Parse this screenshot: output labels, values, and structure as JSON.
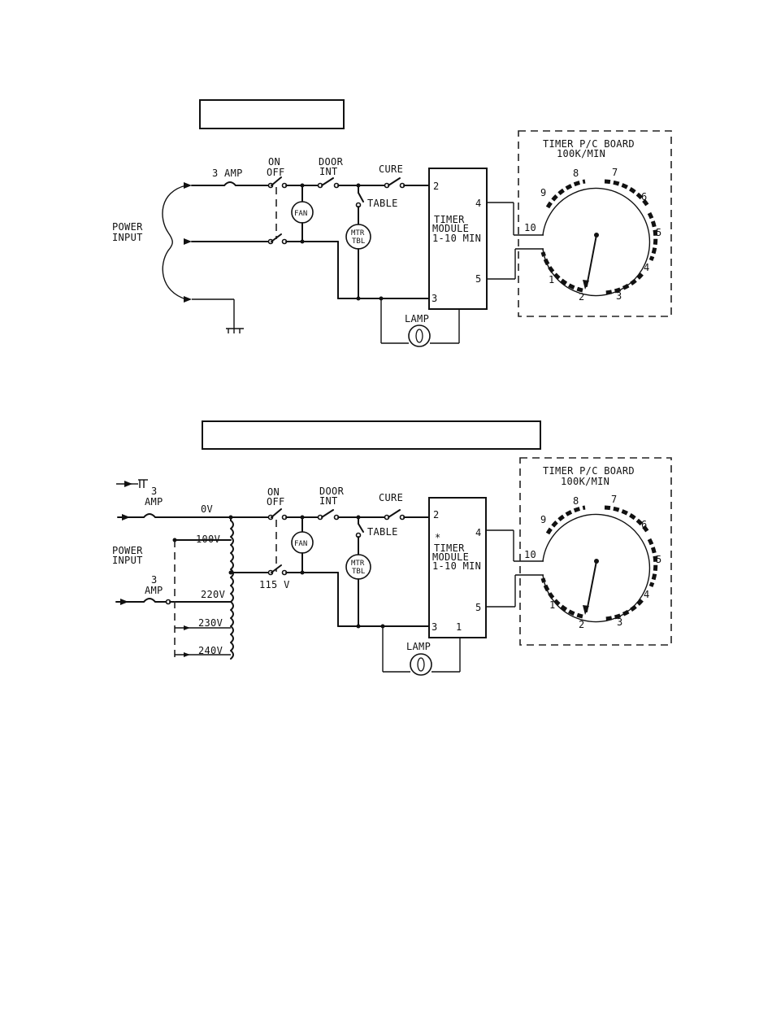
{
  "diagram1": {
    "timer_board": {
      "title": "TIMER P/C BOARD",
      "subtitle": "100K/MIN",
      "dial": [
        "1",
        "2",
        "3",
        "4",
        "5",
        "6",
        "7",
        "8",
        "9",
        "10"
      ]
    },
    "timer_module": {
      "lines": [
        "TIMER",
        "MODULE",
        "1-10 MIN"
      ],
      "pins": [
        "2",
        "4",
        "5",
        "3"
      ]
    },
    "labels": {
      "fuse": "3 AMP",
      "on": "ON",
      "off": "OFF",
      "door": "DOOR",
      "int": "INT",
      "cure": "CURE",
      "table": "TABLE",
      "fan": "FAN",
      "mtr": "MTR",
      "tbl": "TBL",
      "lamp": "LAMP",
      "power": "POWER",
      "input": "INPUT"
    }
  },
  "diagram2": {
    "timer_board": {
      "title": "TIMER P/C BOARD",
      "subtitle": "100K/MIN",
      "dial": [
        "1",
        "2",
        "3",
        "4",
        "5",
        "6",
        "7",
        "8",
        "9",
        "10"
      ]
    },
    "timer_module": {
      "star": "*",
      "lines": [
        "TIMER",
        "MODULE",
        "1-10 MIN"
      ],
      "pins": [
        "2",
        "4",
        "5",
        "3",
        "1"
      ]
    },
    "labels": {
      "amp_num": "3",
      "amp": "AMP",
      "ov": "0V",
      "v100": "100V",
      "v220": "220V",
      "v230": "230V",
      "v240": "240V",
      "v115": "115 V",
      "on": "ON",
      "off": "OFF",
      "door": "DOOR",
      "int": "INT",
      "cure": "CURE",
      "table": "TABLE",
      "fan": "FAN",
      "mtr": "MTR",
      "tbl": "TBL",
      "lamp": "LAMP",
      "power": "POWER",
      "input": "INPUT"
    }
  }
}
